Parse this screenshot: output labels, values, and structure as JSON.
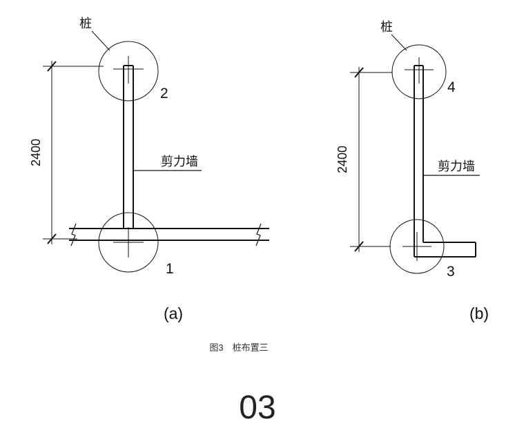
{
  "figure": {
    "caption": "图3　桩布置三",
    "page_number": "03"
  },
  "diagram_a": {
    "pile_label": "桩",
    "pile_top_number": "2",
    "pile_bottom_number": "1",
    "wall_label": "剪力墙",
    "dimension_value": "2400",
    "sublabel": "(a)"
  },
  "diagram_b": {
    "pile_label": "桩",
    "pile_top_number": "4",
    "pile_bottom_number": "3",
    "wall_label": "剪力墙",
    "dimension_value": "2400",
    "sublabel": "(b)"
  }
}
